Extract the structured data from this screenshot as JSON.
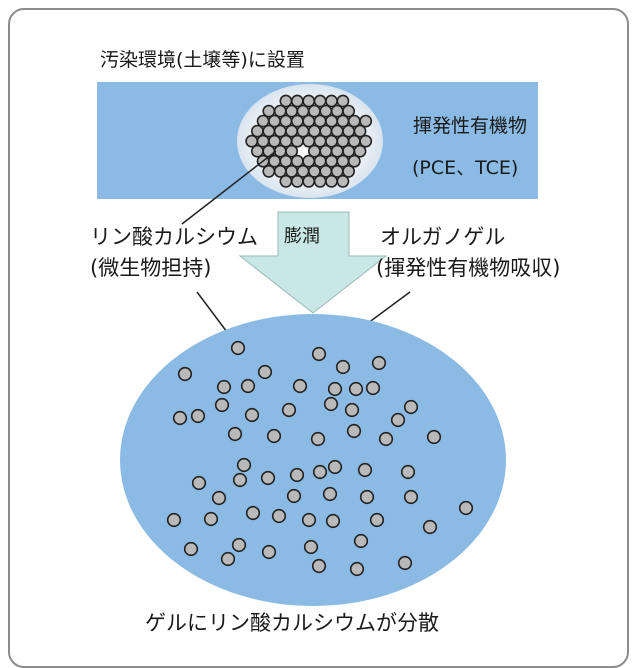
{
  "colors": {
    "band_blue": "#8bbbe4",
    "ellipse_blue": "#8bbbe4",
    "arrow_fill": "#c9e7e4",
    "sphere_fill": "#b9b9b9",
    "sphere_stroke": "#222222",
    "frame_border": "#8c8c8c"
  },
  "labels": {
    "top": "汚染環境(土壌等)に設置",
    "voc": "揮発性有機物",
    "pce_tce": "(PCE、TCE)",
    "swelling": "膨潤",
    "ca_phosphate_line1": "リン酸カルシウム",
    "ca_phosphate_line2": "(微生物担持)",
    "organogel_line1": "オルガノゲル",
    "organogel_line2": "(揮発性有機物吸収)",
    "bottom": "ゲルにリン酸カルシウムが分散"
  }
}
